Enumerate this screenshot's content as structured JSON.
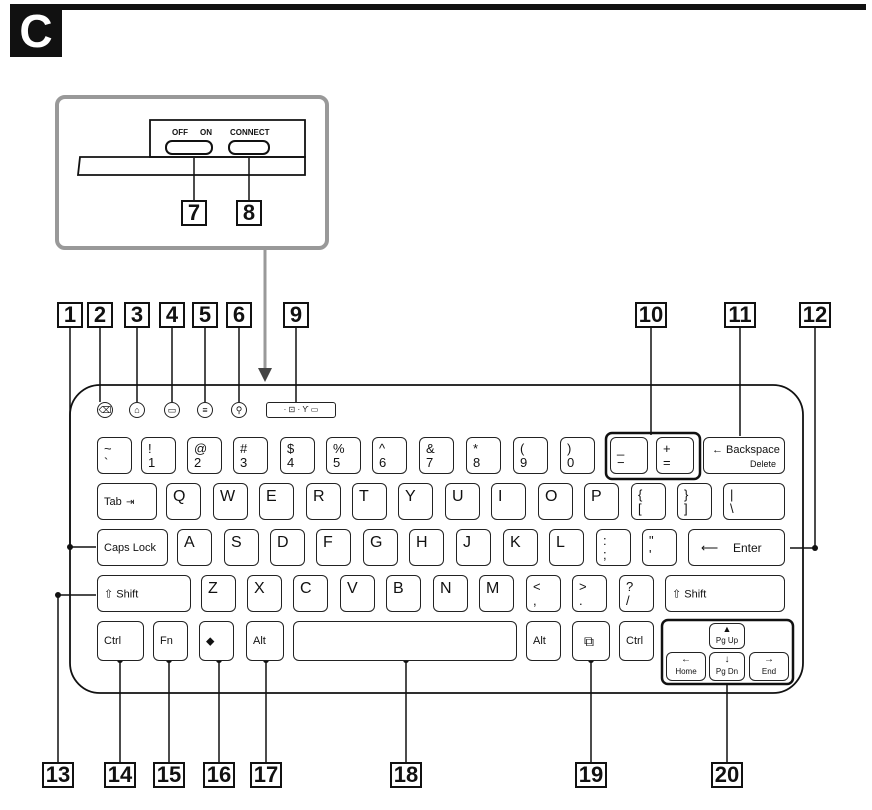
{
  "section_letter": "C",
  "callouts": [
    "1",
    "2",
    "3",
    "4",
    "5",
    "6",
    "7",
    "8",
    "9",
    "10",
    "11",
    "12",
    "13",
    "14",
    "15",
    "16",
    "17",
    "18",
    "19",
    "20"
  ],
  "inset": {
    "off": "OFF",
    "on": "ON",
    "connect": "CONNECT"
  },
  "keys": {
    "tilde_top": "~",
    "tilde_bot": "`",
    "n1_top": "!",
    "n1_bot": "1",
    "n2_top": "@",
    "n2_bot": "2",
    "n3_top": "#",
    "n3_bot": "3",
    "n4_top": "$",
    "n4_bot": "4",
    "n5_top": "%",
    "n5_bot": "5",
    "n6_top": "^",
    "n6_bot": "6",
    "n7_top": "&",
    "n7_bot": "7",
    "n8_top": "*",
    "n8_bot": "8",
    "n9_top": "(",
    "n9_bot": "9",
    "n0_top": ")",
    "n0_bot": "0",
    "minus_top": "_",
    "minus_bot": "−",
    "plus_top": "+",
    "plus_bot": "=",
    "backspace": "← Backspace",
    "delete": "Delete",
    "tab": "Tab",
    "q": "Q",
    "w": "W",
    "e": "E",
    "r": "R",
    "t": "T",
    "y": "Y",
    "u": "U",
    "i": "I",
    "o": "O",
    "p": "P",
    "lbrace": "{",
    "lbracket": "[",
    "rbrace": "}",
    "rbracket": "]",
    "pipe": "|",
    "backslash": "\\",
    "caps": "Caps Lock",
    "a": "A",
    "s": "S",
    "d": "D",
    "f": "F",
    "g": "G",
    "h": "H",
    "j": "J",
    "k": "K",
    "l": "L",
    "colon": ":",
    "semicolon": ";",
    "quote_top": "\"",
    "quote_bot": "'",
    "enter": "Enter",
    "lshift": "⇧ Shift",
    "z": "Z",
    "x": "X",
    "c": "C",
    "v": "V",
    "b": "B",
    "n": "N",
    "m": "M",
    "lt": "<",
    "comma": ",",
    "gt": ">",
    "period": ".",
    "question": "?",
    "slash": "/",
    "rshift": "⇧ Shift",
    "ctrl": "Ctrl",
    "fn": "Fn",
    "diamond": "◆",
    "alt": "Alt",
    "alt_r": "Alt",
    "ctrl_r": "Ctrl",
    "pgup": "Pg Up",
    "pgdn": "Pg Dn",
    "home": "Home",
    "end": "End"
  }
}
